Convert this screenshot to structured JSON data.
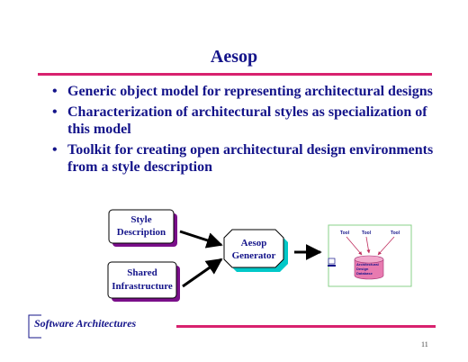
{
  "slide": {
    "title": "Aesop",
    "bullets": [
      "Generic object model for representing architectural designs",
      "Characterization of architectural styles as specialization of this model",
      "Toolkit for creating open architectural design environments from a style description"
    ],
    "bullet_glyph": "•"
  },
  "diagram": {
    "style_box": [
      "Style",
      "Description"
    ],
    "infra_box": [
      "Shared",
      "Infrastructure"
    ],
    "generator": [
      "Aesop",
      "Generator"
    ],
    "env": {
      "tools": [
        "Tool",
        "Tool",
        "Tool"
      ],
      "database": [
        "Architectural",
        "Design",
        "Database"
      ]
    }
  },
  "footer": {
    "label": "Software Architectures",
    "page_number": "11"
  },
  "colors": {
    "accent": "#d8226e",
    "text": "#14148a",
    "teal_shadow": "#00c8c8",
    "box_shadow": "#7a0f8a"
  }
}
